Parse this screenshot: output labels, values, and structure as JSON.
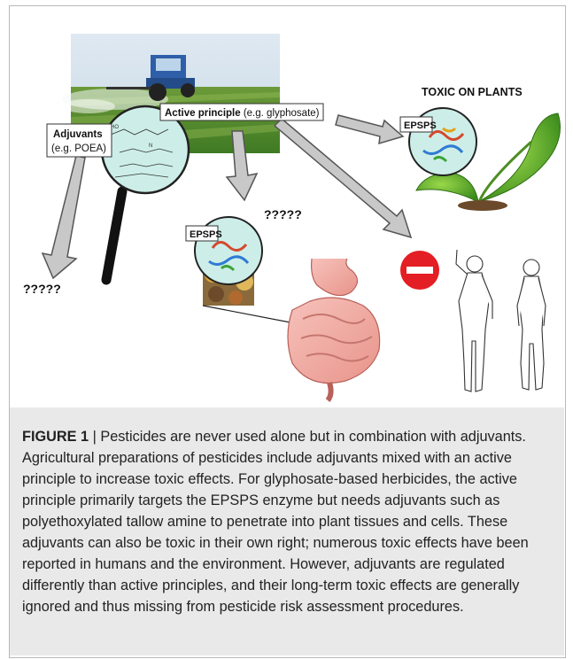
{
  "labels": {
    "toxic_on_plants": "TOXIC ON PLANTS",
    "adjuvants_title": "Adjuvants",
    "adjuvants_example": "(e.g. POEA)",
    "active_bold": "Active principle",
    "active_example": " (e.g. glyphosate)",
    "epsps_plant": "EPSPS",
    "epsps_gut": "EPSPS",
    "unknown_left": "?????",
    "unknown_mid": "?????"
  },
  "caption": {
    "figure_label": "FIGURE 1",
    "separator": " | ",
    "text": "Pesticides are never used alone but in combination with adjuvants. Agricultural preparations of pesticides include adjuvants mixed with an active principle to increase toxic effects. For glyphosate-based herbicides, the active principle primarily targets the EPSPS enzyme but needs adjuvants such as polyethoxylated tallow amine to penetrate into plant tissues and cells. These adjuvants can also be toxic in their own right; numerous toxic effects have been reported in humans and the environment. However, adjuvants are regulated differently than active principles, and their long-term toxic effects are generally ignored and thus missing from pesticide risk assessment procedures."
  },
  "colors": {
    "arrow_fill": "#c8c8c8",
    "arrow_stroke": "#555555",
    "lens_fill": "#cdeee8",
    "stop_red": "#e31e24",
    "leaf_green": "#5aa62a",
    "caption_bg": "#e9e9e9"
  }
}
